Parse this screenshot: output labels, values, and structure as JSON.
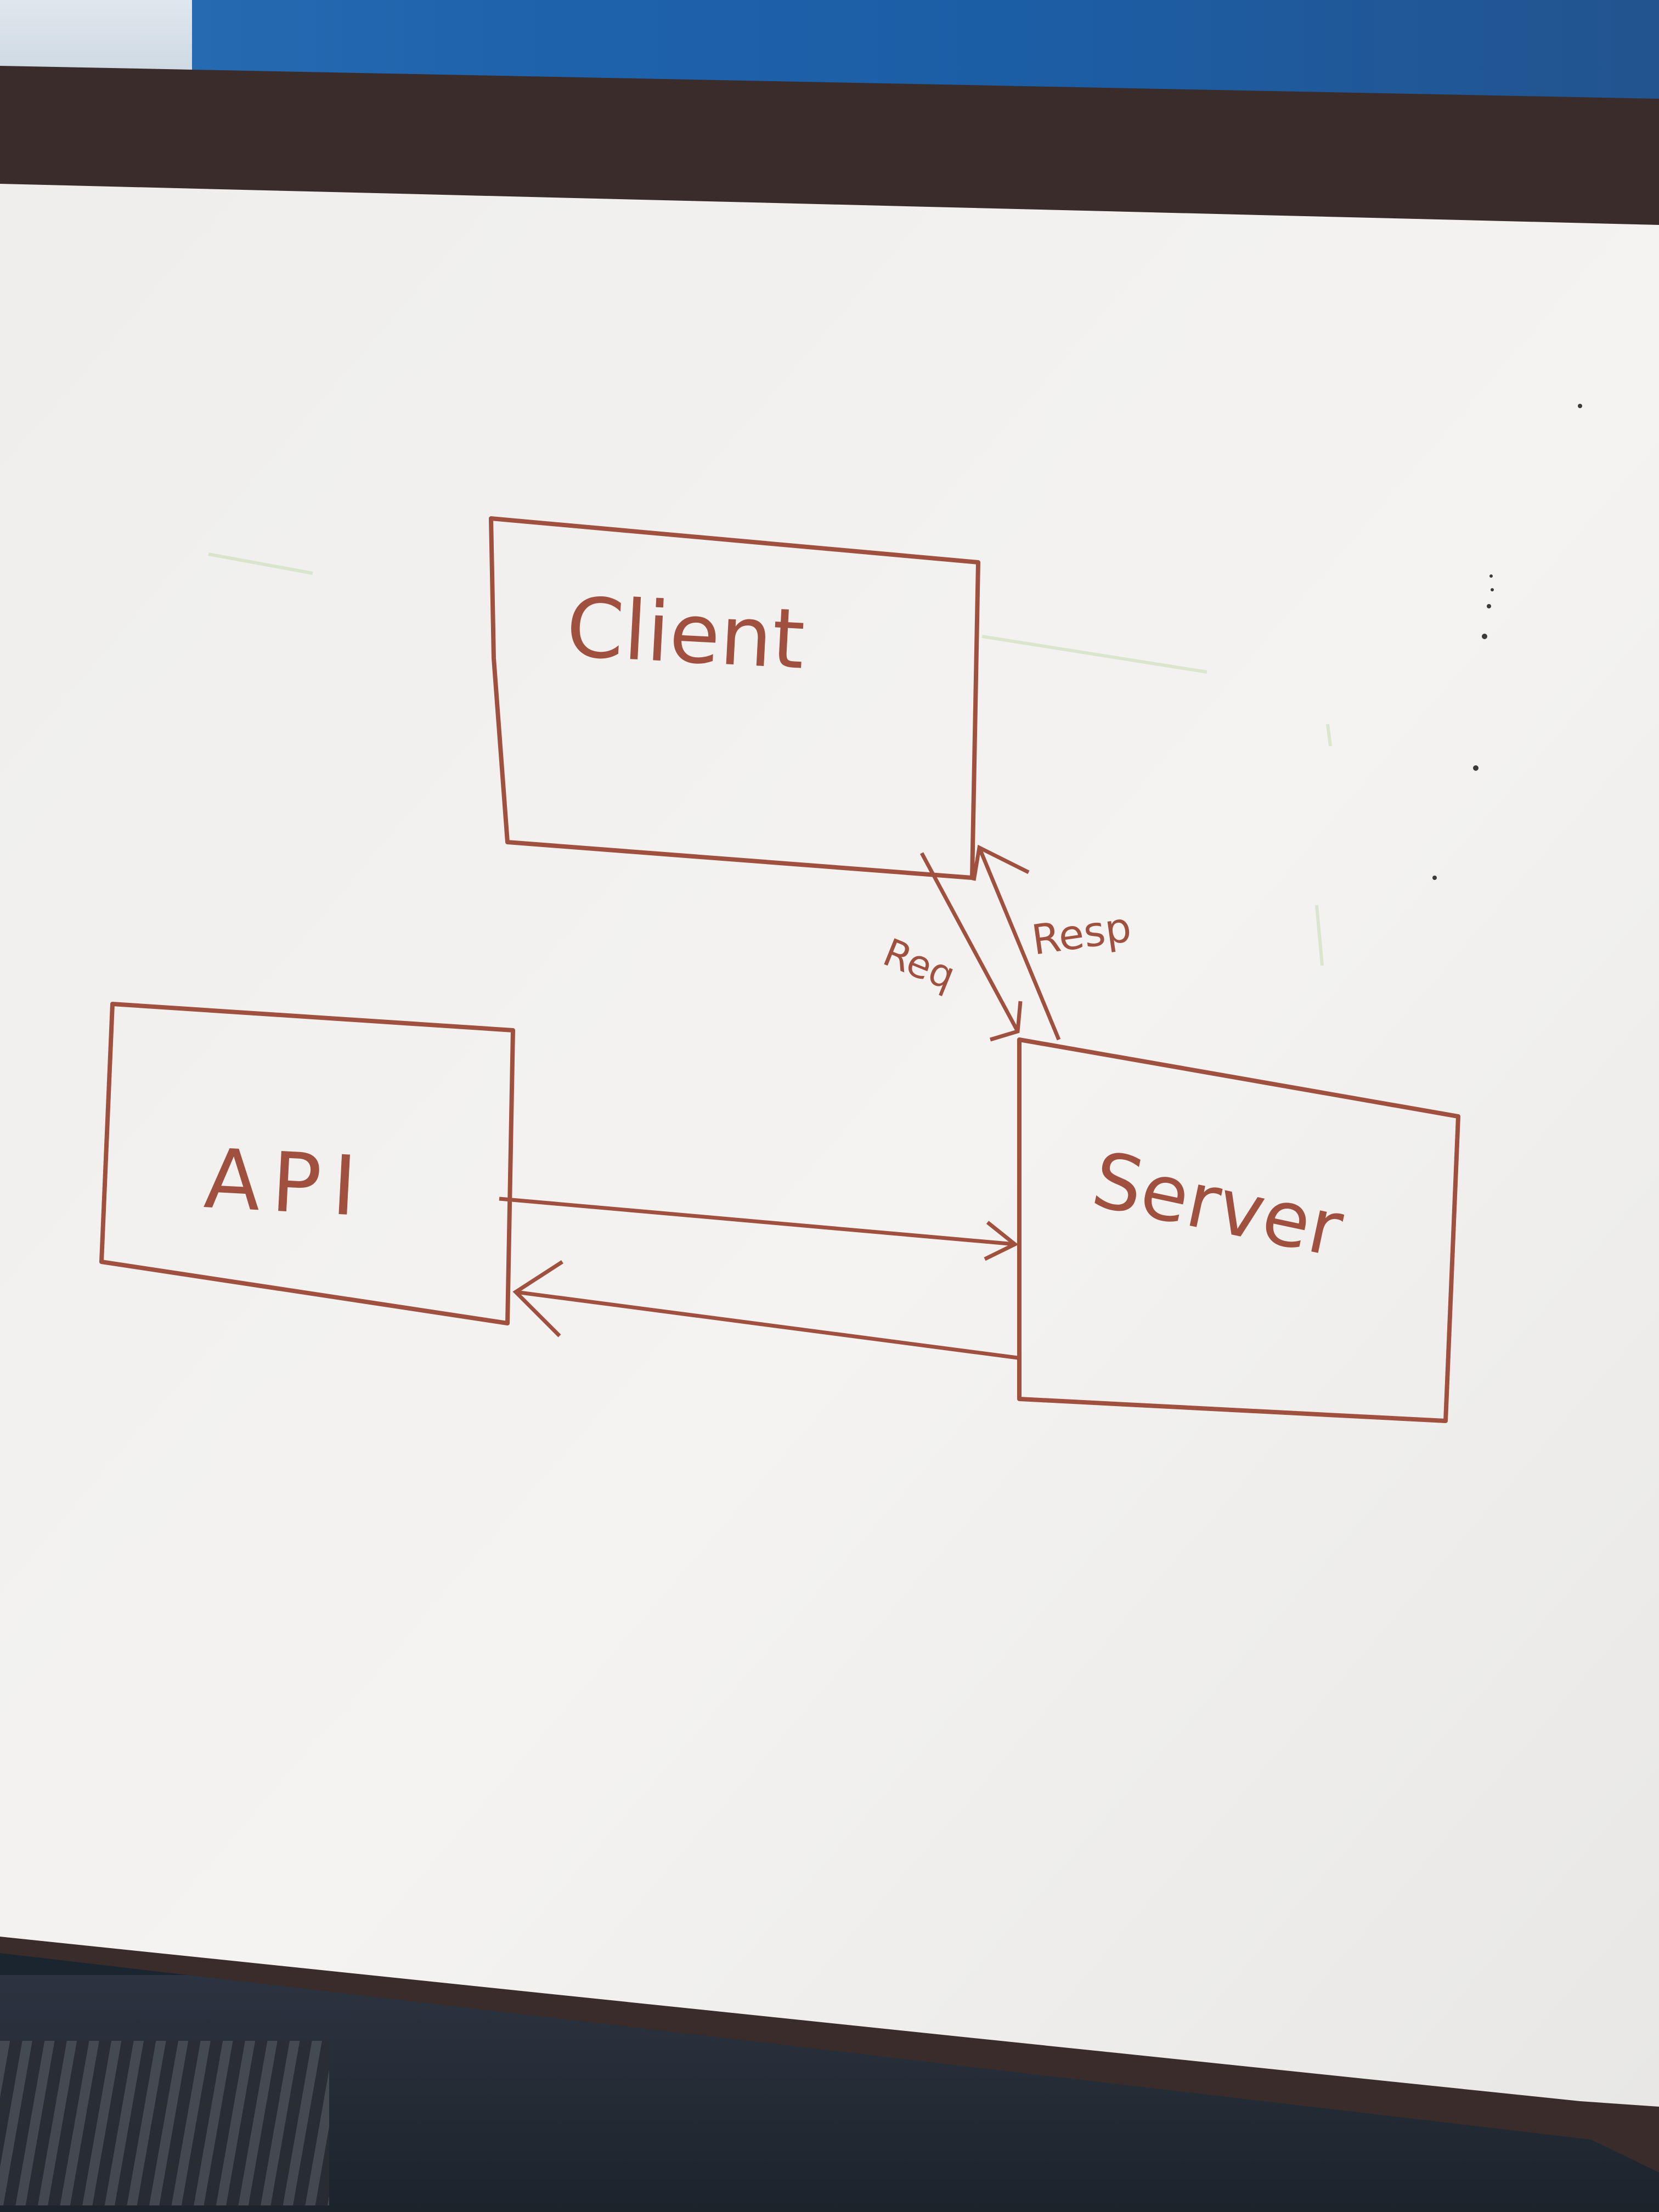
{
  "colors": {
    "marker": "#a0503e",
    "board": "#f1f0ee",
    "frame": "#3a2c2a",
    "wall": "#1f63ad"
  },
  "diagram": {
    "nodes": [
      {
        "id": "client",
        "label": "Client"
      },
      {
        "id": "api",
        "label": "API"
      },
      {
        "id": "server",
        "label": "Server"
      }
    ],
    "edges": [
      {
        "from": "client",
        "to": "server",
        "label": "Req"
      },
      {
        "from": "server",
        "to": "client",
        "label": "Resp"
      },
      {
        "from": "api",
        "to": "server",
        "label": ""
      },
      {
        "from": "server",
        "to": "api",
        "label": ""
      }
    ]
  }
}
